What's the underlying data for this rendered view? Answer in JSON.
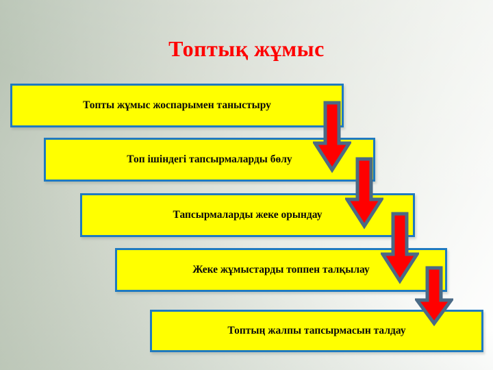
{
  "slide": {
    "title": "Топтық жұмыс",
    "title_color": "#FF0000",
    "background_colors": [
      "#b6c2b2",
      "#ffffff"
    ],
    "box_fill_color": "#FFFF00",
    "box_border_color": "#1F7AC0",
    "arrow_fill_color": "#FF0000",
    "arrow_outline_color": "#4A6A86",
    "steps": [
      {
        "label": "Топты жұмыс жоспарымен таныстыру"
      },
      {
        "label": "Топ ішіндегі тапсырмаларды бөлу"
      },
      {
        "label": "Тапсырмаларды жеке орындау"
      },
      {
        "label": "Жеке жұмыстарды топпен талқылау"
      },
      {
        "label": "Топтың жалпы тапсырмасын талдау"
      }
    ],
    "arrows": [
      {
        "name": "down-arrow-1"
      },
      {
        "name": "down-arrow-2"
      },
      {
        "name": "down-arrow-3"
      },
      {
        "name": "down-arrow-4"
      }
    ]
  }
}
